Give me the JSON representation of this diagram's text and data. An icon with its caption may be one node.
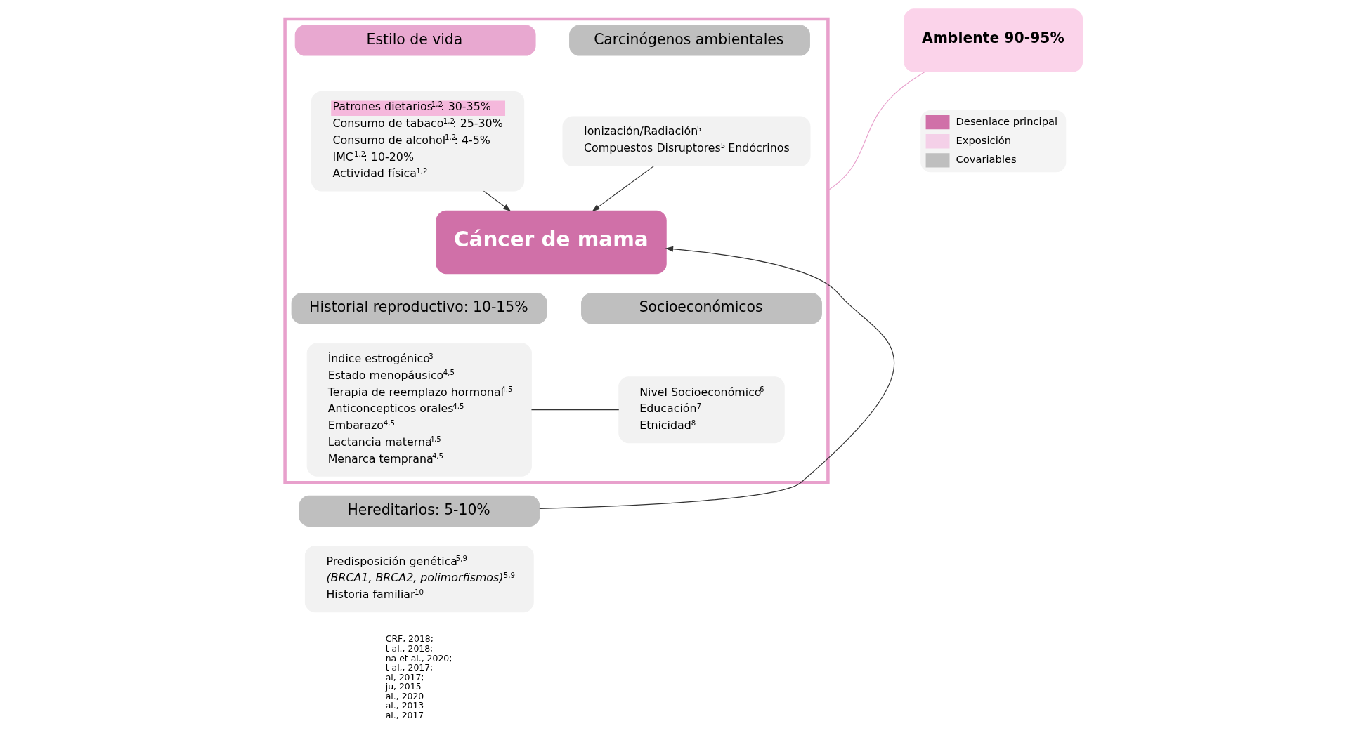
{
  "diagram": {
    "nodes": [
      {
        "text": [],
        "shape": "box"
      },
      {
        "text": [
          "Estilo de vida"
        ],
        "in": 0
      },
      {
        "text": [
          "Patrones dietarios$^{1,2}$: 30-35%",
          "Consumo de tabaco$^{1,2}$: 25-30%",
          "Consumo de alcohol$^{1,2}$: 4-5%",
          "IMC$^{1,2}$: 10-20%",
          "Actividad física$^{1,2}$"
        ],
        "in": 0
      },
      {
        "text": [
          "Carcinógenos ambientales"
        ],
        "in": 0
      },
      {
        "text": [
          "Ionización/Radiación$^{5}$",
          "Compuestos Disruptores$^{5}$ Endócrinos"
        ],
        "in": 0
      },
      {
        "text": [
          "Cáncer de mama"
        ],
        "in": 0
      },
      {
        "text": [
          "Historial reproductivo: 10-15%"
        ],
        "in": 0
      },
      {
        "text": [
          "Índice estrogénico$^{3}$",
          "Estado menopáusico$^{4,5}$",
          "Terapia de reemplazo hormonal$^{4,5}$",
          "Anticoncepticos orales$^{4,5}$",
          "Embarazo$^{4,5}$",
          "Lactancia materna$^{4,5}$",
          "Menarca temprana$^{4,5}$"
        ],
        "in": 0
      },
      {
        "text": [
          "Socioeconómicos"
        ],
        "in": 0
      },
      {
        "text": [
          "Nivel Socioeconómico$^{6}$",
          "Educación$^{7}$",
          "Etnicidad$^{8}$"
        ],
        "in": 0
      },
      {
        "text": [
          "Hereditarios: 5-10%"
        ]
      },
      {
        "text": [
          "Predisposición genética$^{5,9}$",
          "*(BRCA1, BRCA2, polimorfismos)*$^{5,9}$",
          "Historia familiar$^{10}$"
        ]
      },
      {
        "text": [
          "Ambiente 90-95%"
        ]
      }
    ],
    "edges": [
      {
        "from": 2,
        "to": 5,
        "arrow": "to"
      },
      {
        "from": 4,
        "to": 5,
        "arrow": "to"
      },
      {
        "from": 7,
        "to": 9,
        "arrow": "none"
      },
      {
        "from": 10,
        "to": 5,
        "arrow": "to"
      },
      {
        "from": 12,
        "to": 0,
        "arrow": "none",
        "color": "#e8a0cc"
      }
    ],
    "labels": [
      "CRF, 2018;",
      "t al., 2018;",
      "na et al., 2020;",
      "t al,, 2017;",
      "al, 2017;",
      "ju, 2015",
      "al., 2020",
      "al., 2013",
      "al., 2017"
    ],
    "legend": [
      {
        "text": "Desenlace principal",
        "color": "#d070a8"
      },
      {
        "text": "Exposición",
        "color": "#f4d0e8"
      },
      {
        "text": "Covariables",
        "color": "#bfbfbf"
      }
    ]
  }
}
